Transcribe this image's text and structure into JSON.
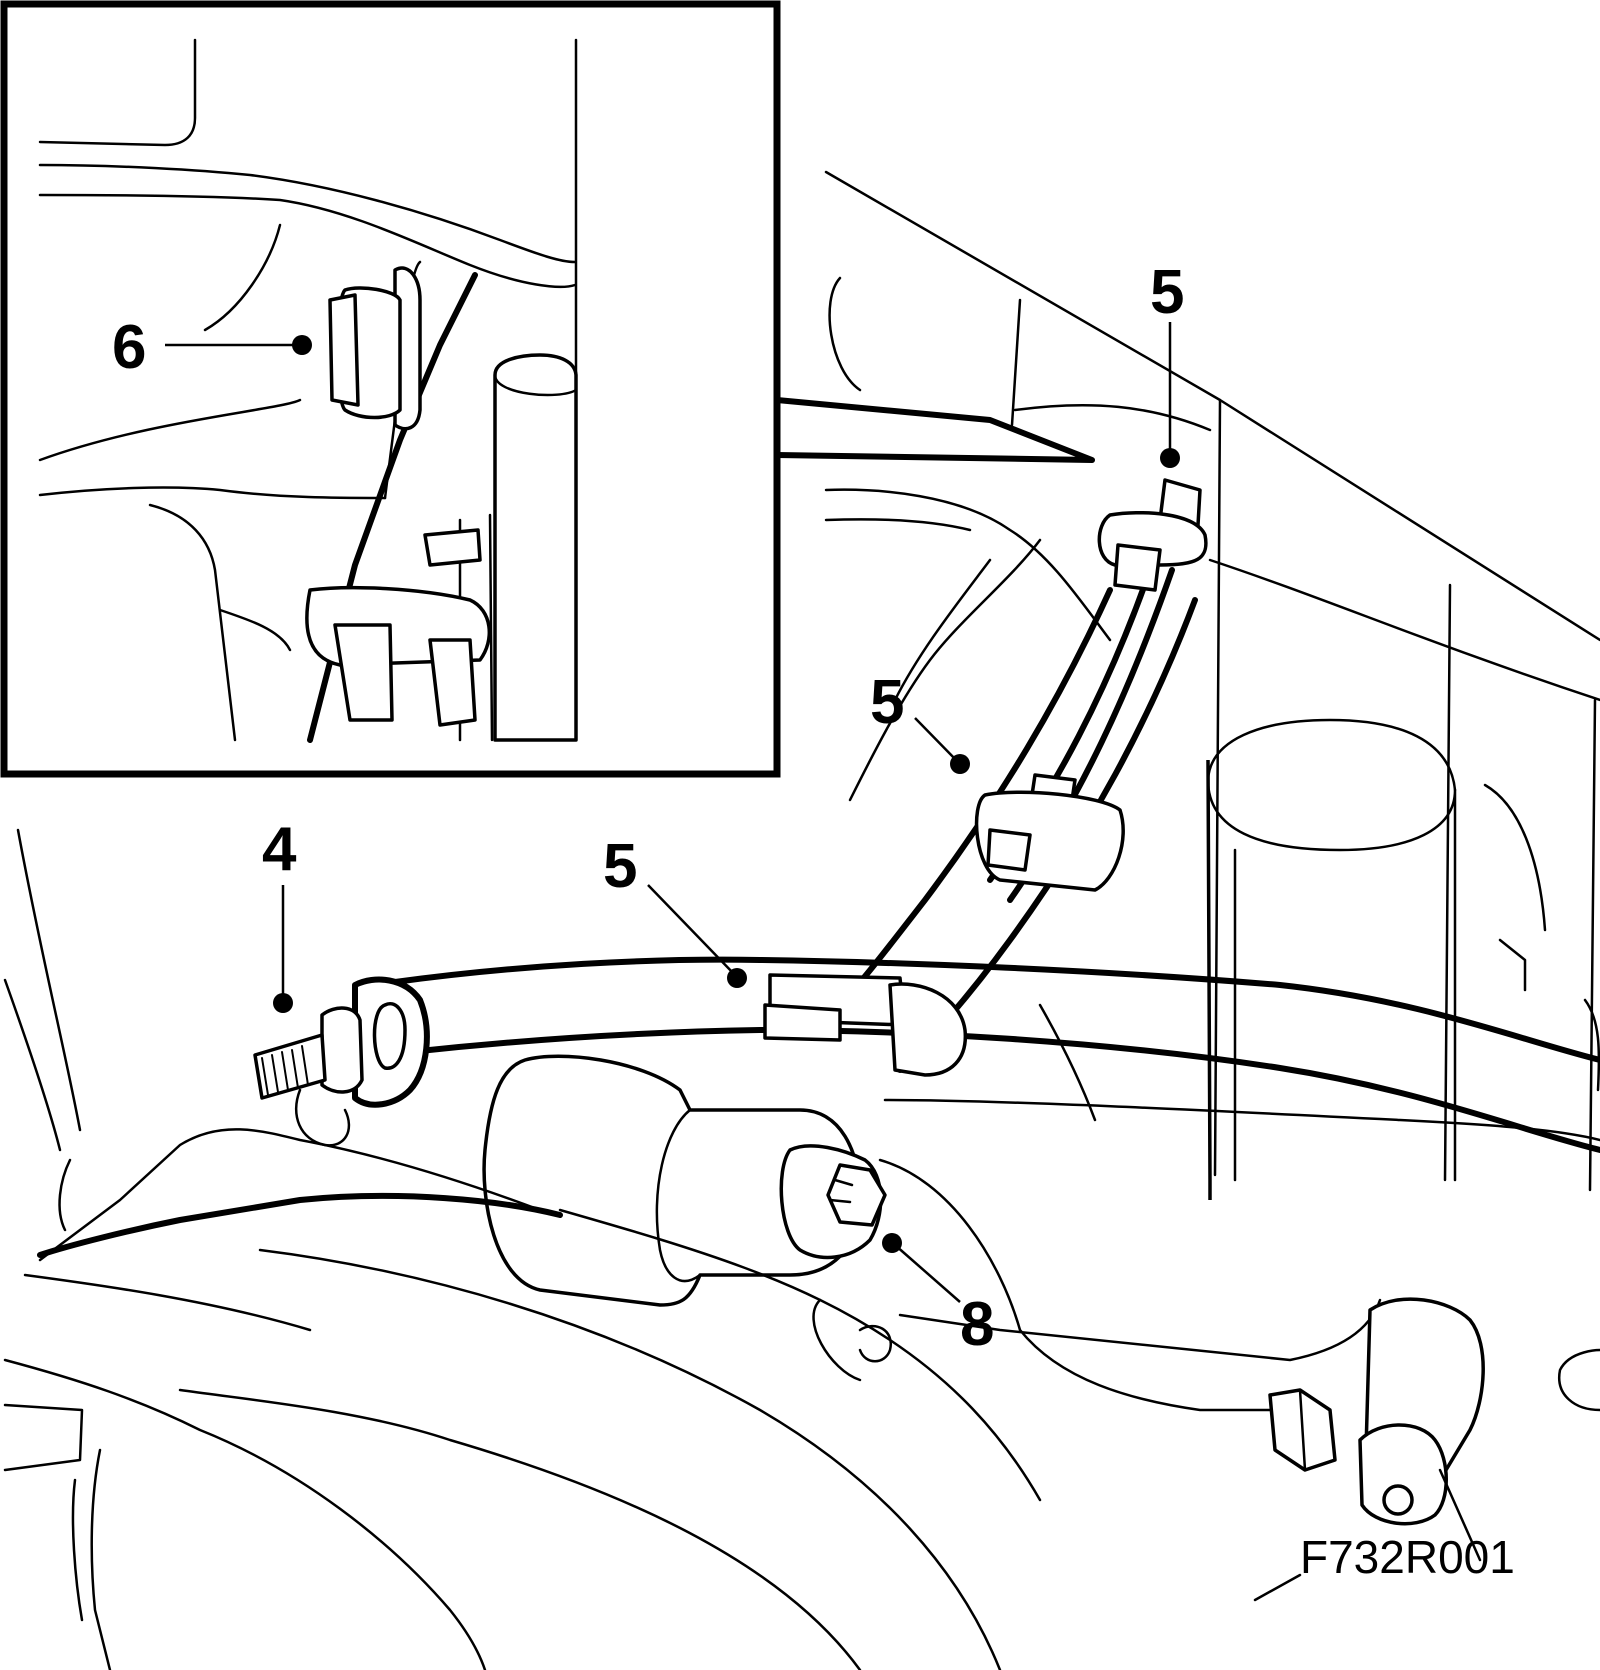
{
  "figure_code": "F732R001",
  "callouts": [
    {
      "id": "callout-4",
      "label": "4"
    },
    {
      "id": "callout-5-top",
      "label": "5"
    },
    {
      "id": "callout-5-middle",
      "label": "5"
    },
    {
      "id": "callout-5-lower",
      "label": "5"
    },
    {
      "id": "callout-6",
      "label": "6"
    },
    {
      "id": "callout-8",
      "label": "8"
    }
  ]
}
